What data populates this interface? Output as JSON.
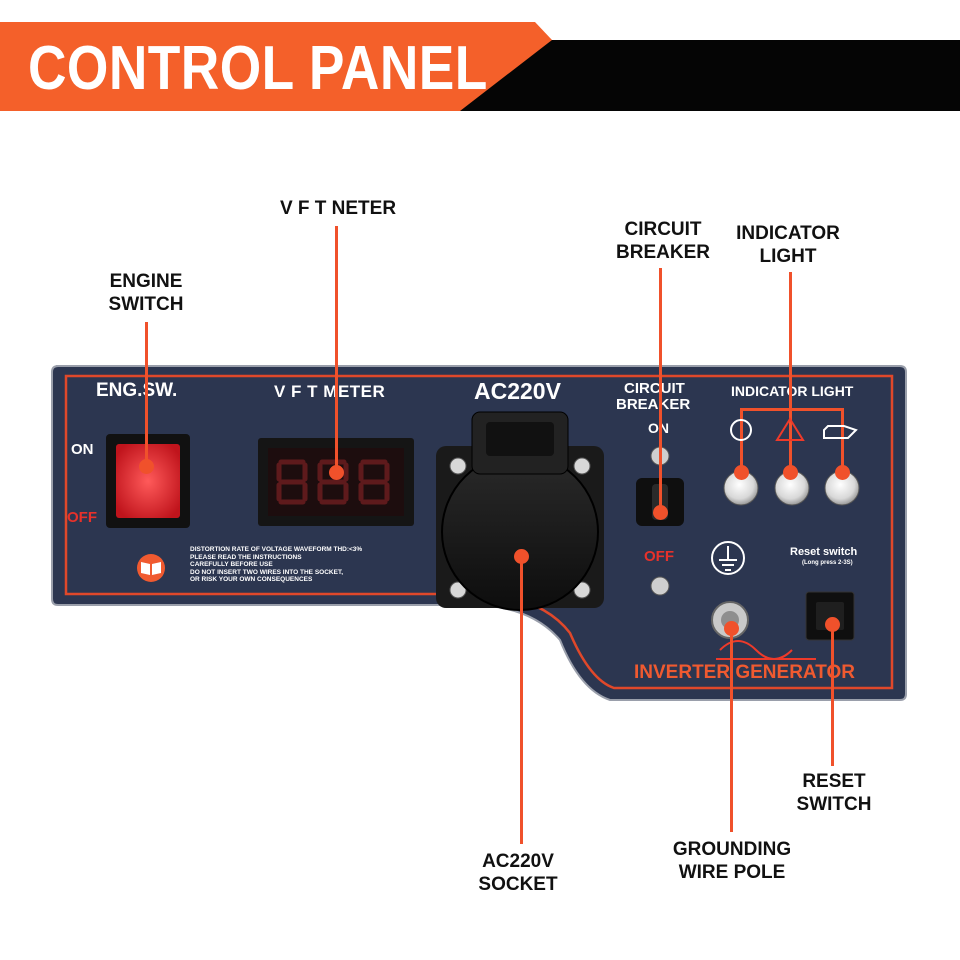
{
  "banner": {
    "title": "CONTROL PANEL"
  },
  "callouts": {
    "engine_switch": [
      "ENGINE",
      "SWITCH"
    ],
    "vft_meter": [
      "V F T NETER"
    ],
    "circuit_breaker": [
      "CIRCUIT",
      "BREAKER"
    ],
    "indicator_light": [
      "INDICATOR",
      "LIGHT"
    ],
    "reset_switch": [
      "RESET",
      "SWITCH"
    ],
    "grounding_wire_pole": [
      "GROUNDING",
      "WIRE POLE"
    ],
    "ac_socket": [
      "AC220V",
      "SOCKET"
    ]
  },
  "panel": {
    "eng_sw": "ENG.SW.",
    "on": "ON",
    "off": "OFF",
    "vft_meter": "V F T METER",
    "ac220v": "AC220V",
    "circuit_breaker_line1": "CIRCUIT",
    "circuit_breaker_line2": "BREAKER",
    "breaker_on": "ON",
    "breaker_off": "OFF",
    "indicator_light": "INDICATOR LIGHT",
    "reset_switch": "Reset switch",
    "reset_hint": "(Long press 2-3S)",
    "warning_lines": [
      "DISTORTION RATE OF VOLTAGE WAVEFORM THD:<3%",
      "PLEASE READ THE INSTRUCTIONS",
      "CAREFULLY BEFORE USE",
      "DO NOT INSERT TWO WIRES INTO THE SOCKET,",
      "OR RISK YOUR OWN CONSEQUENCES"
    ],
    "inverter_generator": "INVERTER GENERATOR"
  },
  "colors": {
    "accent_orange": "#f4602a",
    "leader_orange": "#f0512b",
    "panel_navy": "#2c3650",
    "panel_border": "#e0482a",
    "switch_red": "#e8252a",
    "meter_digit": "#c62026"
  }
}
